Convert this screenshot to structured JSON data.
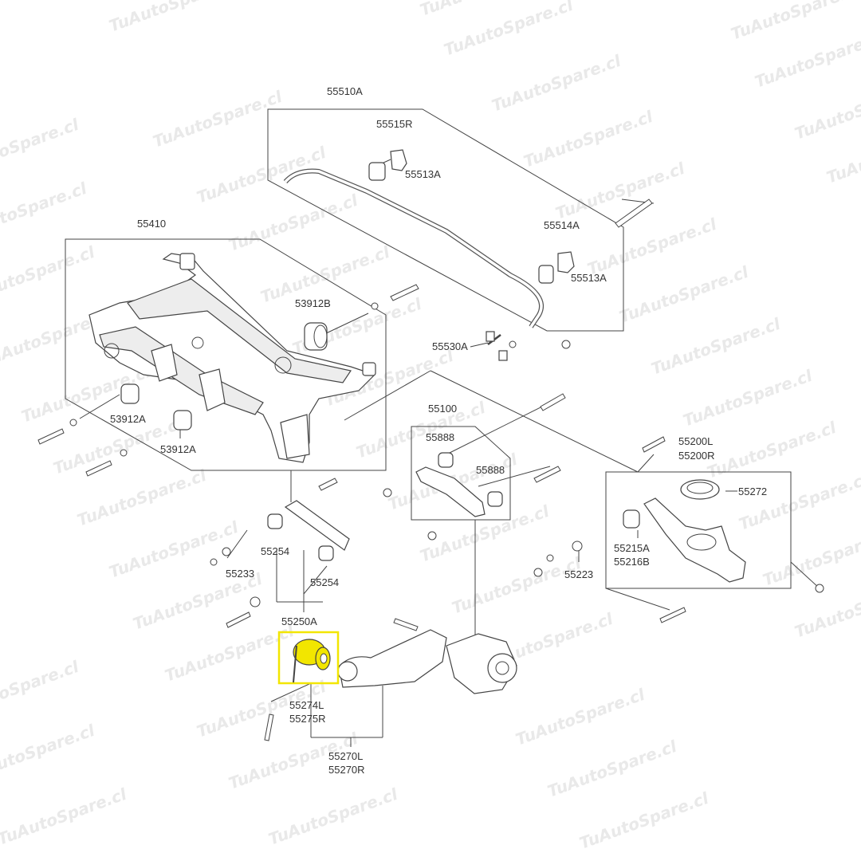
{
  "watermark": "TuAutoSpare.cl",
  "highlight_color": "#f2e600",
  "labels": {
    "p55510A": "55510A",
    "p55515R": "55515R",
    "p55513A_1": "55513A",
    "p55514A": "55514A",
    "p55513A_2": "55513A",
    "p55530A": "55530A",
    "p55410": "55410",
    "p53912B": "53912B",
    "p53912A_1": "53912A",
    "p53912A_2": "53912A",
    "p55100": "55100",
    "p55888_1": "55888",
    "p55888_2": "55888",
    "p55200L": "55200L",
    "p55200R": "55200R",
    "p55272": "55272",
    "p55215A": "55215A",
    "p55216B": "55216B",
    "p55223": "55223",
    "p55254_1": "55254",
    "p55233": "55233",
    "p55254_2": "55254",
    "p55250A": "55250A",
    "p55274L": "55274L",
    "p55275R": "55275R",
    "p55270L": "55270L",
    "p55270R": "55270R"
  }
}
